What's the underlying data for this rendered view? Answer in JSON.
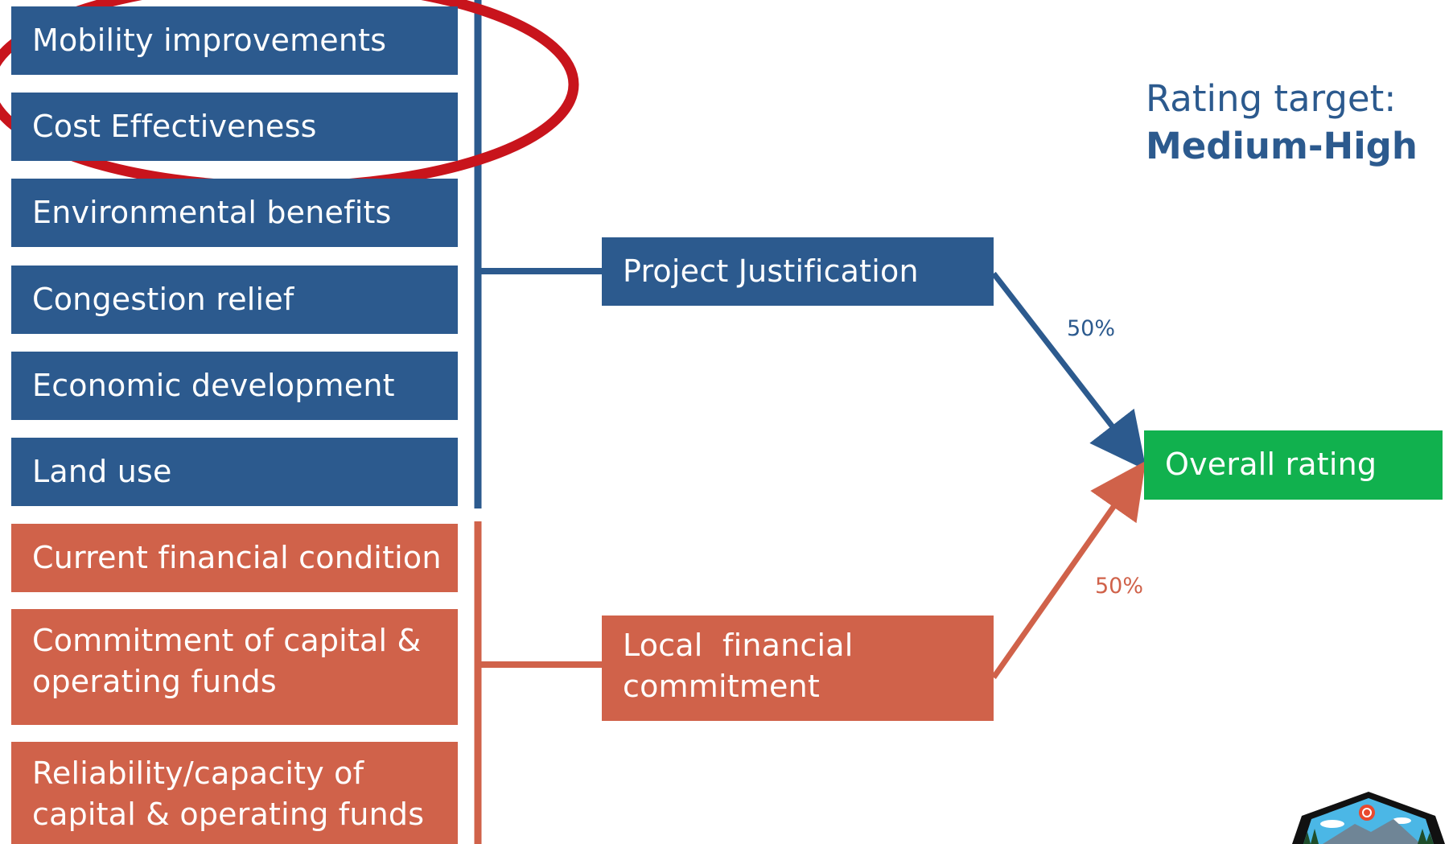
{
  "colors": {
    "justification": "#2C5A8E",
    "financial": "#D0624A",
    "overall": "#11B14E",
    "highlight": "#C8141C"
  },
  "justification_criteria": [
    "Mobility improvements",
    "Cost Effectiveness",
    "Environmental benefits",
    "Congestion relief",
    "Economic development",
    "Land use"
  ],
  "financial_criteria": [
    "Current financial condition",
    [
      "Commitment of capital &",
      "operating funds"
    ],
    [
      "Reliability/capacity of",
      "capital & operating funds"
    ]
  ],
  "project_justification": "Project Justification",
  "local_financial": [
    "Local  financial",
    "commitment"
  ],
  "overall_rating": "Overall rating",
  "weights": {
    "justification": "50%",
    "financial": "50%"
  },
  "rating_target": {
    "caption": "Rating target:",
    "value": "Medium-High"
  },
  "logo_icon": "mountain-badge-icon"
}
